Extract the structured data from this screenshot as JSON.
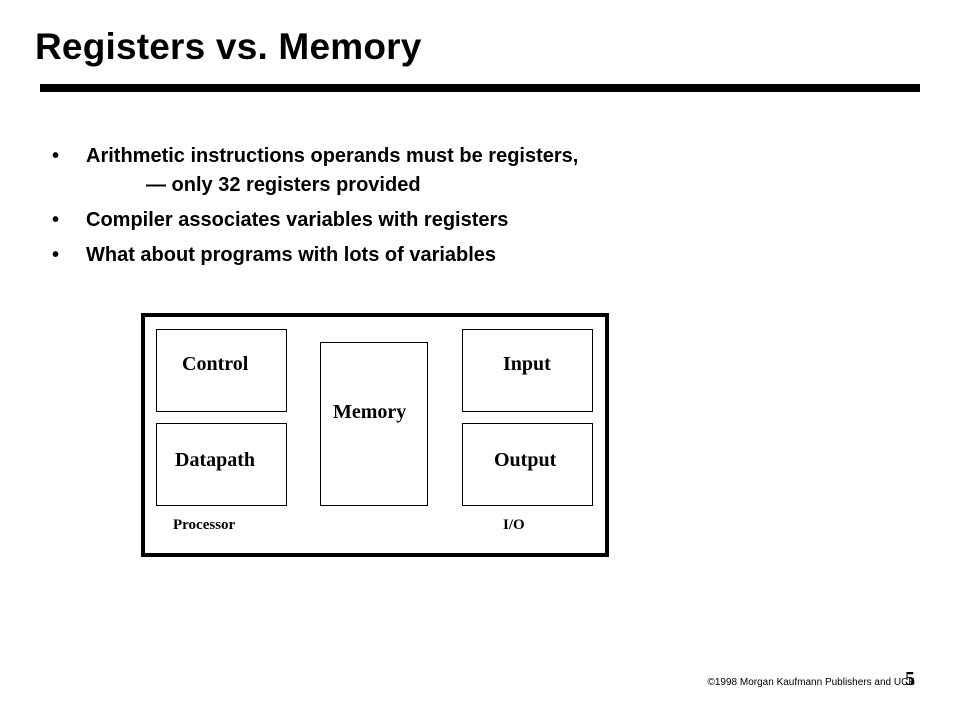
{
  "slide": {
    "title": "Registers vs. Memory",
    "bullets": [
      {
        "text": "Arithmetic instructions operands must be registers,",
        "sub": "— only 32 registers provided"
      },
      {
        "text": "Compiler associates variables with registers"
      },
      {
        "text": "What about programs with lots of variables"
      }
    ]
  },
  "diagram": {
    "control": "Control",
    "datapath": "Datapath",
    "memory": "Memory",
    "input": "Input",
    "output": "Output",
    "processor": "Processor",
    "io": "I/O"
  },
  "footer": {
    "copyright": "©1998 Morgan Kaufmann Publishers and UCB",
    "page": "5"
  }
}
